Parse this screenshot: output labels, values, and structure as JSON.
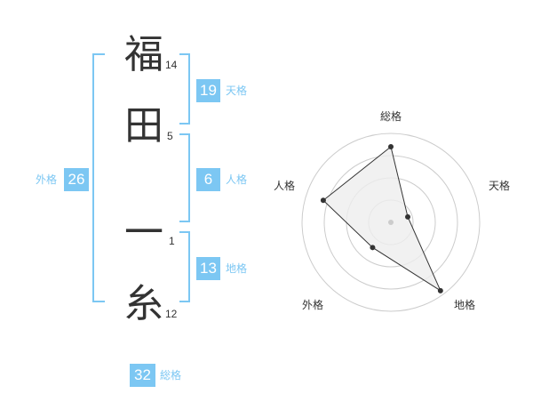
{
  "name": {
    "chars": [
      {
        "char": "福",
        "strokes": "14"
      },
      {
        "char": "田",
        "strokes": "5"
      },
      {
        "char": "一",
        "strokes": "1"
      },
      {
        "char": "糸",
        "strokes": "12"
      }
    ]
  },
  "kaku": {
    "tenkaku": {
      "label": "天格",
      "value": "19"
    },
    "jinkaku": {
      "label": "人格",
      "value": "6"
    },
    "chikaku": {
      "label": "地格",
      "value": "13"
    },
    "gaikaku": {
      "label": "外格",
      "value": "26"
    },
    "soukaku": {
      "label": "総格",
      "value": "32"
    }
  },
  "chart_data": {
    "type": "radar",
    "axes": [
      "総格",
      "天格",
      "地格",
      "外格",
      "人格"
    ],
    "values": [
      0.85,
      0.2,
      0.95,
      0.35,
      0.8
    ],
    "max": 1,
    "rings": 4,
    "colors": {
      "fill": "#eeeeee",
      "line": "#333333",
      "grid": "#cccccc"
    }
  },
  "colors": {
    "accent": "#7cc7f3",
    "text": "#333333"
  }
}
